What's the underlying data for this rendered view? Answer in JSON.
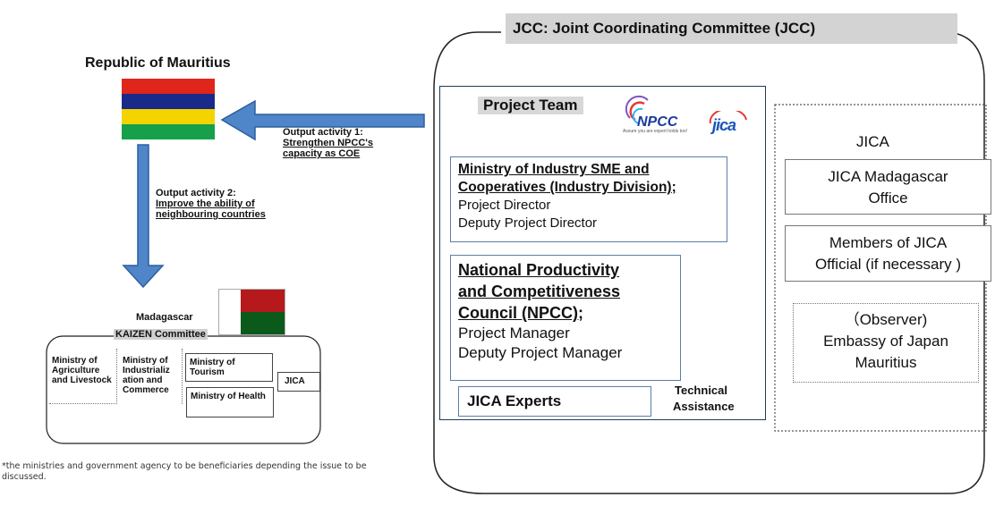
{
  "mauritius": {
    "title": "Republic of Mauritius",
    "flag_colors": [
      "#e0251b",
      "#1a2a8a",
      "#f5d300",
      "#16a04a"
    ]
  },
  "output1": {
    "title": "Output activity 1:",
    "line1": "Strengthen NPCC's",
    "line2": "capacity as COE"
  },
  "output2": {
    "title": "Output activity 2:",
    "line1": "Improve the ability of",
    "line2": "neighbouring countries"
  },
  "madagascar": {
    "title": "Madagascar",
    "committee": "KAIZEN Committee",
    "flag_colors": [
      "#ffffff",
      "#b5191c",
      "#0b5a1c"
    ],
    "members": [
      "Ministry of Agriculture and Livestock",
      "Ministry of Industrializ ation and Commerce",
      "Ministry of Tourism",
      "Ministry of Health",
      "JICA"
    ]
  },
  "footnote": {
    "line1": "*the ministries and government agency to be beneficiaries depending the issue to be",
    "line2": "discussed."
  },
  "jcc": {
    "title": "JCC: Joint Coordinating Committee (JCC)",
    "project_team": {
      "title": "Project Team",
      "npcc_logo": "NPCC",
      "npcc_tagline": "Assure you are expert holds too!",
      "jica_logo": "JICA",
      "ministry": {
        "title_line1": "Ministry of Industry SME and",
        "title_line2": "Cooperatives (Industry Division);",
        "role1": "Project Director",
        "role2": "Deputy Project Director"
      },
      "npcc": {
        "title_line1": "National Productivity",
        "title_line2": "and Competitiveness",
        "title_line3": "Council (NPCC);",
        "role1": "Project Manager",
        "role2": "Deputy Project Manager"
      },
      "experts": "JICA Experts",
      "assistance_line1": "Technical",
      "assistance_line2": "Assistance"
    },
    "jica_side": {
      "title": "JICA",
      "office_line1": "JICA Madagascar",
      "office_line2": "Office",
      "members_line1": "Members of JICA",
      "members_line2": "Official (if necessary )",
      "observer_line1": "（Observer)",
      "observer_line2": "Embassy of Japan",
      "observer_line3": "Mauritius"
    }
  }
}
